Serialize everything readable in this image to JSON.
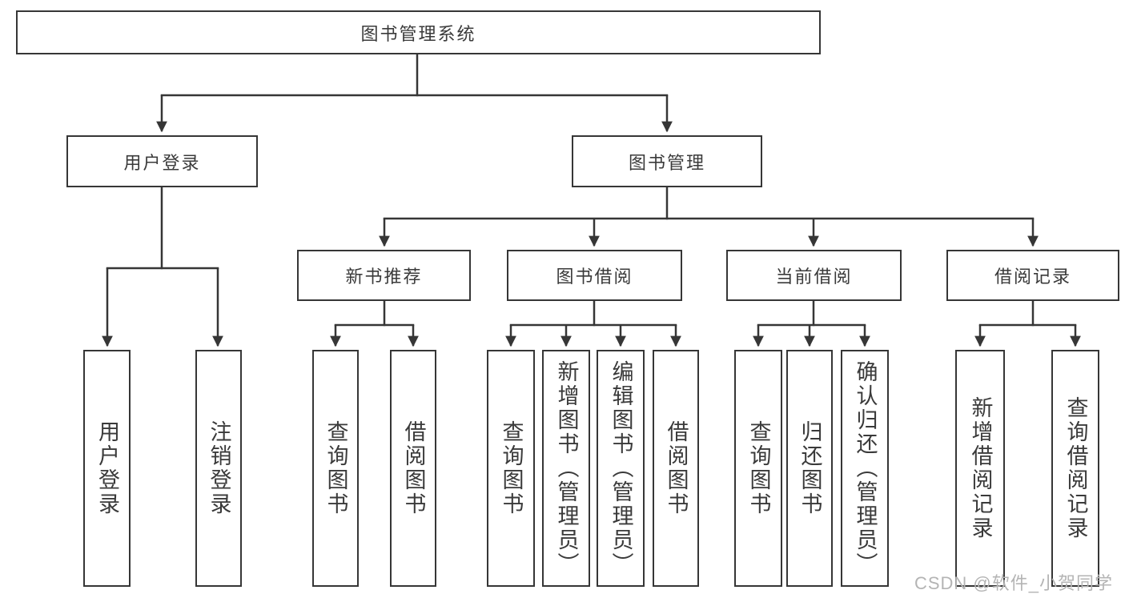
{
  "colors": {
    "line": "#363636",
    "text": "#3a3a3a",
    "background": "#ffffff",
    "watermark": "#b4b4b4"
  },
  "watermark": {
    "text": "CSDN @软件_小贺同学"
  },
  "diagram": {
    "type": "tree",
    "root": {
      "label": "图书管理系统"
    },
    "branches": [
      {
        "label": "用户登录",
        "children": [
          {
            "label": "用户登录"
          },
          {
            "label": "注销登录"
          }
        ]
      },
      {
        "label": "图书管理",
        "children": [
          {
            "label": "新书推荐",
            "children": [
              {
                "label": "查询图书"
              },
              {
                "label": "借阅图书"
              }
            ]
          },
          {
            "label": "图书借阅",
            "children": [
              {
                "label": "查询图书"
              },
              {
                "label": "新增图书（管理员）"
              },
              {
                "label": "编辑图书（管理员）"
              },
              {
                "label": "借阅图书"
              }
            ]
          },
          {
            "label": "当前借阅",
            "children": [
              {
                "label": "查询图书"
              },
              {
                "label": "归还图书"
              },
              {
                "label": "确认归还（管理员）"
              }
            ]
          },
          {
            "label": "借阅记录",
            "children": [
              {
                "label": "新增借阅记录"
              },
              {
                "label": "查询借阅记录"
              }
            ]
          }
        ]
      }
    ]
  }
}
